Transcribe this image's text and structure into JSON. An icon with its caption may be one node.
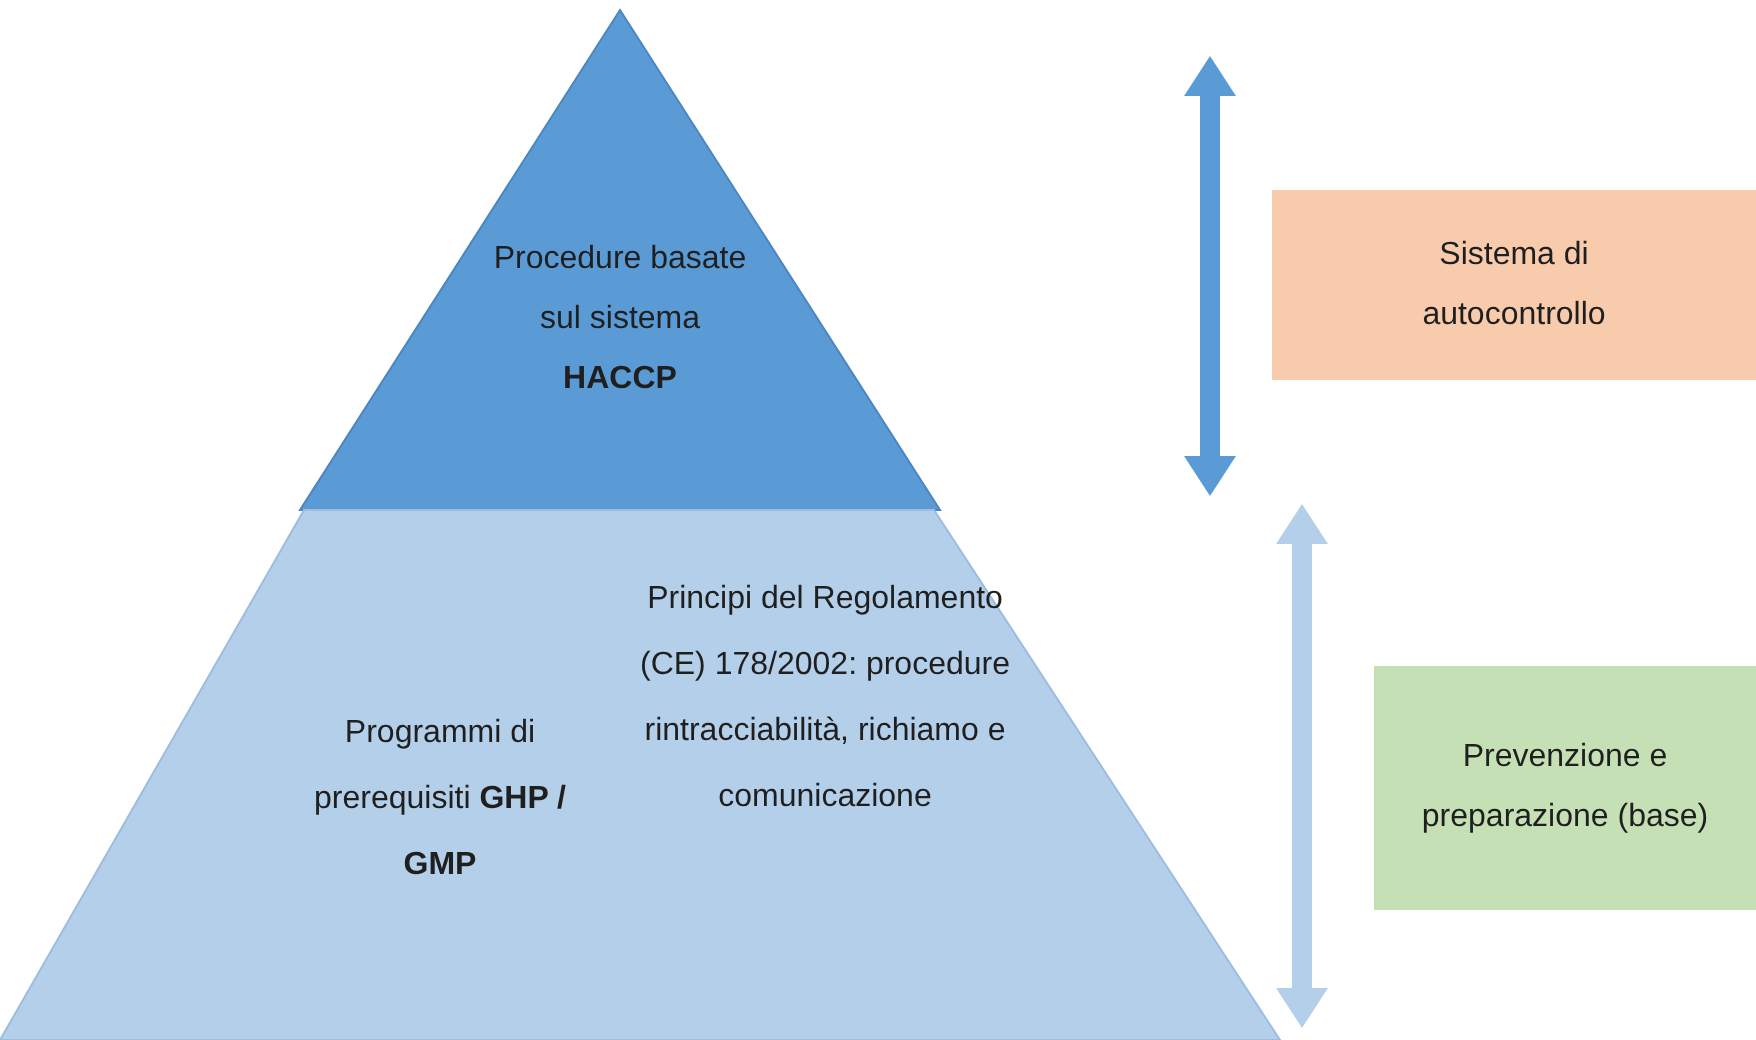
{
  "diagram": {
    "nodes": [
      {
        "text": [
          "Procedure basate sul sistema **HACCP**"
        ]
      },
      {
        "text": [
          "Programmi di prerequisiti **GHP / GMP**",
          "Principi del Regolamento (CE) 178/2002: procedure rintracciabilità, richiamo e comunicazione"
        ]
      },
      {
        "text": [
          "Sistema di autocontrollo"
        ]
      },
      {
        "text": [
          "Prevenzione e preparazione (base)"
        ]
      }
    ]
  }
}
